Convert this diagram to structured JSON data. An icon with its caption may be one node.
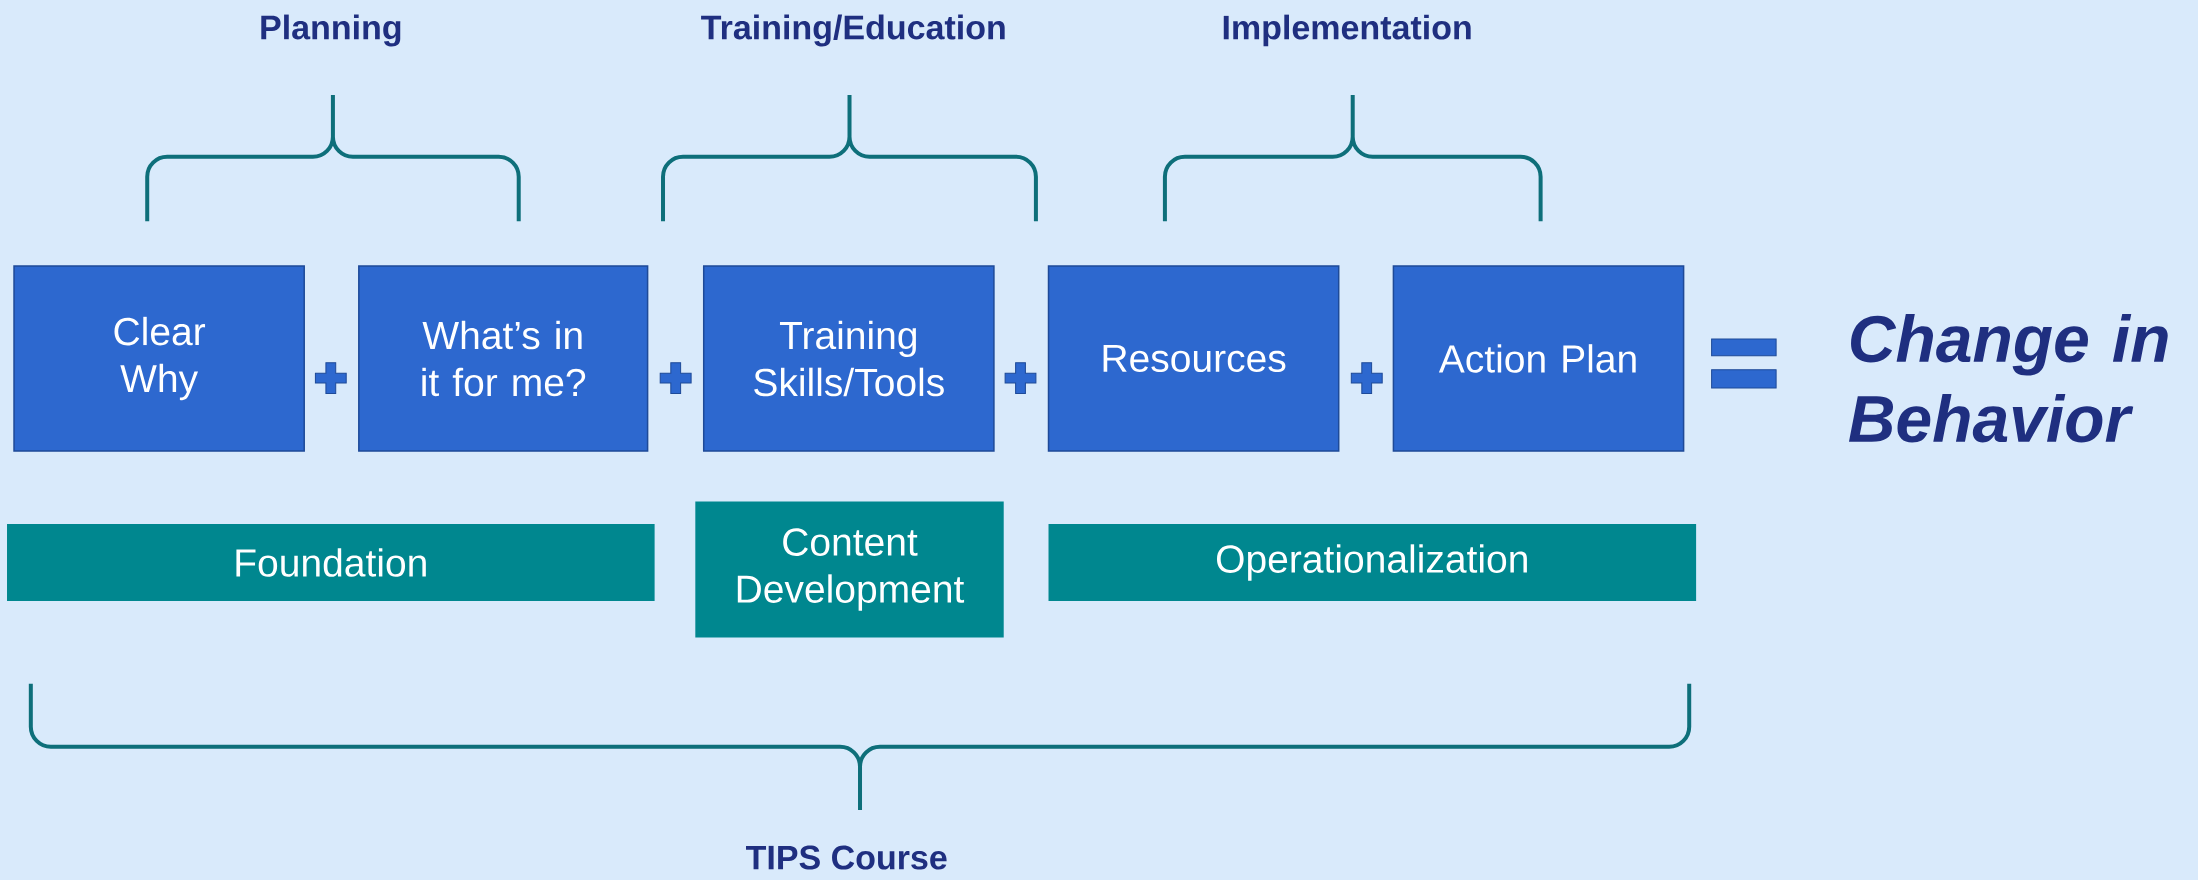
{
  "diagram": {
    "nodes": [
      {
        "text": [
          "Clear Why"
        ]
      },
      {
        "text": [
          "What’s in it for me?"
        ]
      },
      {
        "text": [
          "Training Skills/Tools"
        ]
      },
      {
        "text": [
          "Resources"
        ]
      },
      {
        "text": [
          "Action Plan"
        ]
      },
      {
        "text": [
          "Foundation"
        ]
      },
      {
        "text": [
          "Content Development"
        ]
      },
      {
        "text": [
          "Operationalization"
        ]
      }
    ],
    "labels": [
      "Planning",
      "Training/Education",
      "Implementation",
      "Change in Behavior",
      "TIPS Course"
    ]
  }
}
